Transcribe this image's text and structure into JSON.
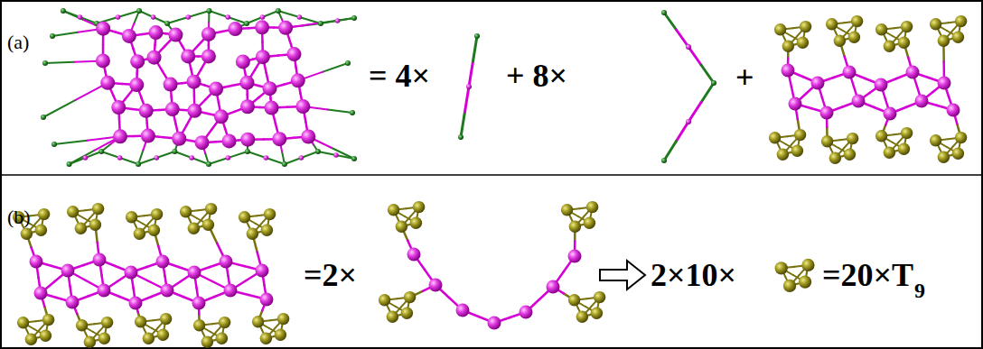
{
  "diagram": {
    "labels": [
      "(a)",
      "= 4×",
      "+ 8×",
      "+",
      "(b)",
      "=2×",
      "2×10×",
      "=20×T",
      "9"
    ]
  }
}
